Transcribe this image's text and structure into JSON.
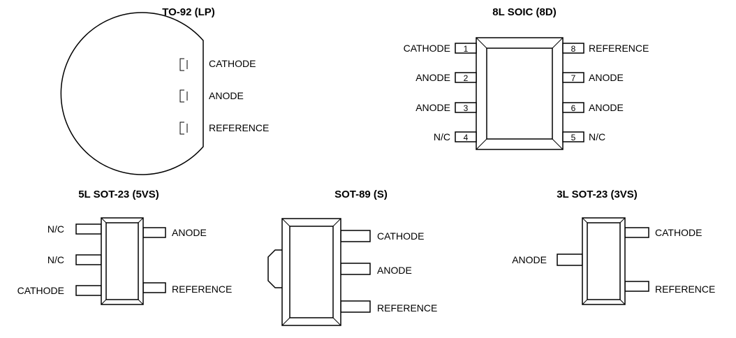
{
  "to92": {
    "title": "TO-92 (LP)",
    "pins": [
      "CATHODE",
      "ANODE",
      "REFERENCE"
    ]
  },
  "soic8": {
    "title": "8L SOIC (8D)",
    "left_pins": [
      {
        "num": "1",
        "label": "CATHODE"
      },
      {
        "num": "2",
        "label": "ANODE"
      },
      {
        "num": "3",
        "label": "ANODE"
      },
      {
        "num": "4",
        "label": "N/C"
      }
    ],
    "right_pins": [
      {
        "num": "8",
        "label": "REFERENCE"
      },
      {
        "num": "7",
        "label": "ANODE"
      },
      {
        "num": "6",
        "label": "ANODE"
      },
      {
        "num": "5",
        "label": "N/C"
      }
    ]
  },
  "sot23_5": {
    "title": "5L SOT-23 (5VS)",
    "left_pins": [
      "N/C",
      "N/C",
      "CATHODE"
    ],
    "right_pins": [
      "ANODE",
      "REFERENCE"
    ]
  },
  "sot89": {
    "title": "SOT-89 (S)",
    "right_pins": [
      "CATHODE",
      "ANODE",
      "REFERENCE"
    ]
  },
  "sot23_3": {
    "title": "3L SOT-23 (3VS)",
    "left_pins": [
      "ANODE"
    ],
    "right_pins": [
      "CATHODE",
      "REFERENCE"
    ]
  }
}
